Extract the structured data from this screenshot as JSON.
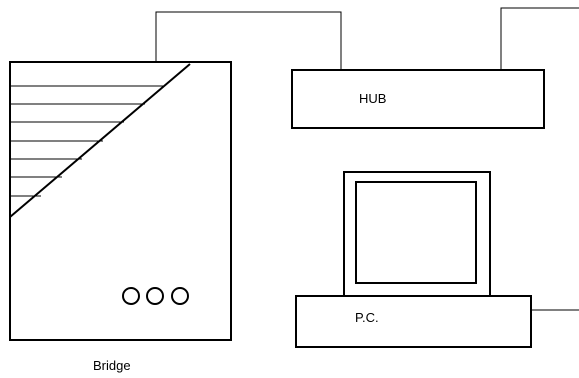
{
  "diagram": {
    "hub_label": "HUB",
    "pc_label": "P.C.",
    "bridge_label": "Bridge"
  },
  "colors": {
    "line": "#000000",
    "background": "#ffffff"
  }
}
